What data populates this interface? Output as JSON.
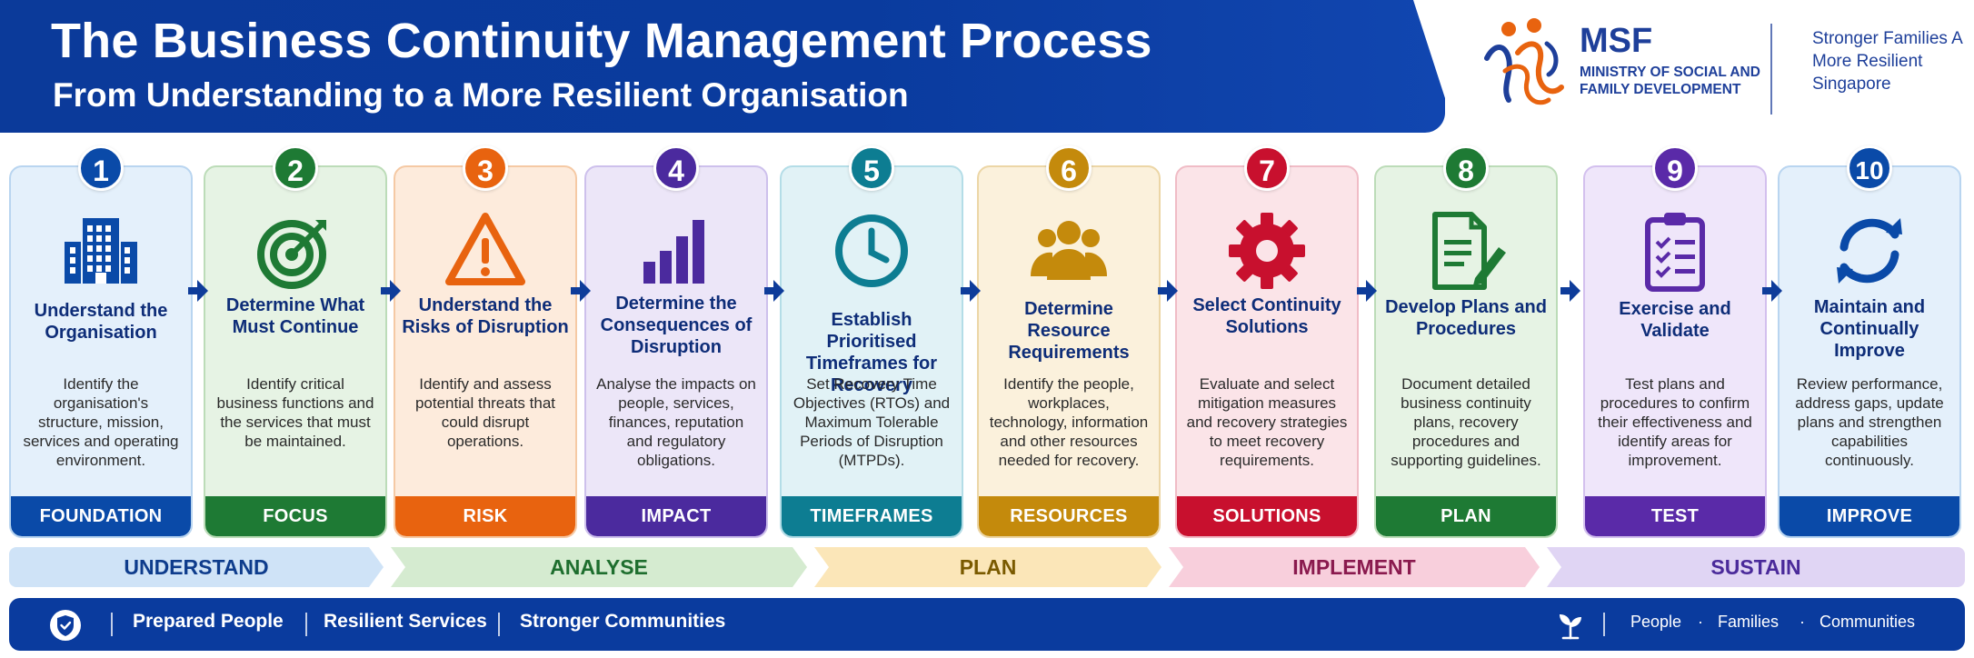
{
  "header": {
    "title": "The Business Continuity Management Process",
    "subtitle": "From Understanding to a More Resilient Organisation"
  },
  "logo": {
    "acronym": "MSF",
    "ministry": "MINISTRY OF SOCIAL AND FAMILY DEVELOPMENT",
    "tagline": "Stronger Families A More Resilient Singapore"
  },
  "steps": [
    {
      "number": "1",
      "title": "Understand the Organisation",
      "description": "Identify the organisation's structure, mission, services and operating environment.",
      "tag": "FOUNDATION",
      "icon": "building-icon",
      "color": "#0a4aa8",
      "bg": "#e4f0fb",
      "border": "#b9d5f0"
    },
    {
      "number": "2",
      "title": "Determine What Must Continue",
      "description": "Identify critical business functions and the services that must be maintained.",
      "tag": "FOCUS",
      "icon": "target-icon",
      "color": "#1e7a34",
      "bg": "#e6f3e4",
      "border": "#bcdcb8"
    },
    {
      "number": "3",
      "title": "Understand the Risks of Disruption",
      "description": "Identify and assess potential threats that could disrupt operations.",
      "tag": "RISK",
      "icon": "warning-icon",
      "color": "#e8630f",
      "bg": "#fdebdc",
      "border": "#f5c9a4"
    },
    {
      "number": "4",
      "title": "Determine the Consequences of Disruption",
      "description": "Analyse the impacts on people, services, finances, reputation and regulatory obligations.",
      "tag": "IMPACT",
      "icon": "bar-chart-icon",
      "color": "#4b2a9e",
      "bg": "#ece6f8",
      "border": "#cdc0ec"
    },
    {
      "number": "5",
      "title": "Establish Prioritised Timeframes for Recovery",
      "description": "Set Recovery Time Objectives (RTOs) and Maximum Tolerable Periods of Disruption (MTPDs).",
      "tag": "TIMEFRAMES",
      "icon": "clock-icon",
      "color": "#0d7d92",
      "bg": "#e1f2f6",
      "border": "#b4dde7"
    },
    {
      "number": "6",
      "title": "Determine Resource Requirements",
      "description": "Identify the people, workplaces, technology, information and other resources needed for recovery.",
      "tag": "RESOURCES",
      "icon": "people-icon",
      "color": "#c48a0c",
      "bg": "#fbf1dc",
      "border": "#ecd6a6"
    },
    {
      "number": "7",
      "title": "Select Continuity Solutions",
      "description": "Evaluate and select mitigation measures and recovery strategies to meet recovery requirements.",
      "tag": "SOLUTIONS",
      "icon": "gear-icon",
      "color": "#c8102e",
      "bg": "#fbe4e8",
      "border": "#f0bcc6"
    },
    {
      "number": "8",
      "title": "Develop Plans and Procedures",
      "description": "Document detailed business continuity plans, recovery procedures and supporting guidelines.",
      "tag": "PLAN",
      "icon": "document-pen-icon",
      "color": "#1e7a34",
      "bg": "#e6f3e4",
      "border": "#bcdcb8"
    },
    {
      "number": "9",
      "title": "Exercise and Validate",
      "description": "Test plans and procedures to confirm their effectiveness and identify areas for improvement.",
      "tag": "TEST",
      "icon": "checklist-icon",
      "color": "#5a2aa8",
      "bg": "#efe6fa",
      "border": "#d3c0ee"
    },
    {
      "number": "10",
      "title": "Maintain and Continually Improve",
      "description": "Review performance, address gaps, update plans and strengthen capabilities continuously.",
      "tag": "IMPROVE",
      "icon": "refresh-icon",
      "color": "#0a4aa8",
      "bg": "#e4f0fb",
      "border": "#b9d5f0"
    }
  ],
  "phases": [
    {
      "label": "UNDERSTAND",
      "color": "#0e3c8c",
      "bg": "#cfe3f7"
    },
    {
      "label": "ANALYSE",
      "color": "#1e6e2e",
      "bg": "#d5ebd0"
    },
    {
      "label": "PLAN",
      "color": "#7a5a00",
      "bg": "#fbe6b8"
    },
    {
      "label": "IMPLEMENT",
      "color": "#8a1a4e",
      "bg": "#f8cfdc"
    },
    {
      "label": "SUSTAIN",
      "color": "#4a2a9a",
      "bg": "#e0d5f4"
    }
  ],
  "footer": {
    "left_items": [
      "Prepared People",
      "Resilient Services",
      "Stronger Communities"
    ],
    "right_items": [
      "People",
      "Families",
      "Communities"
    ],
    "left_icon": "shield-check-icon",
    "right_icon": "sprout-icon"
  }
}
